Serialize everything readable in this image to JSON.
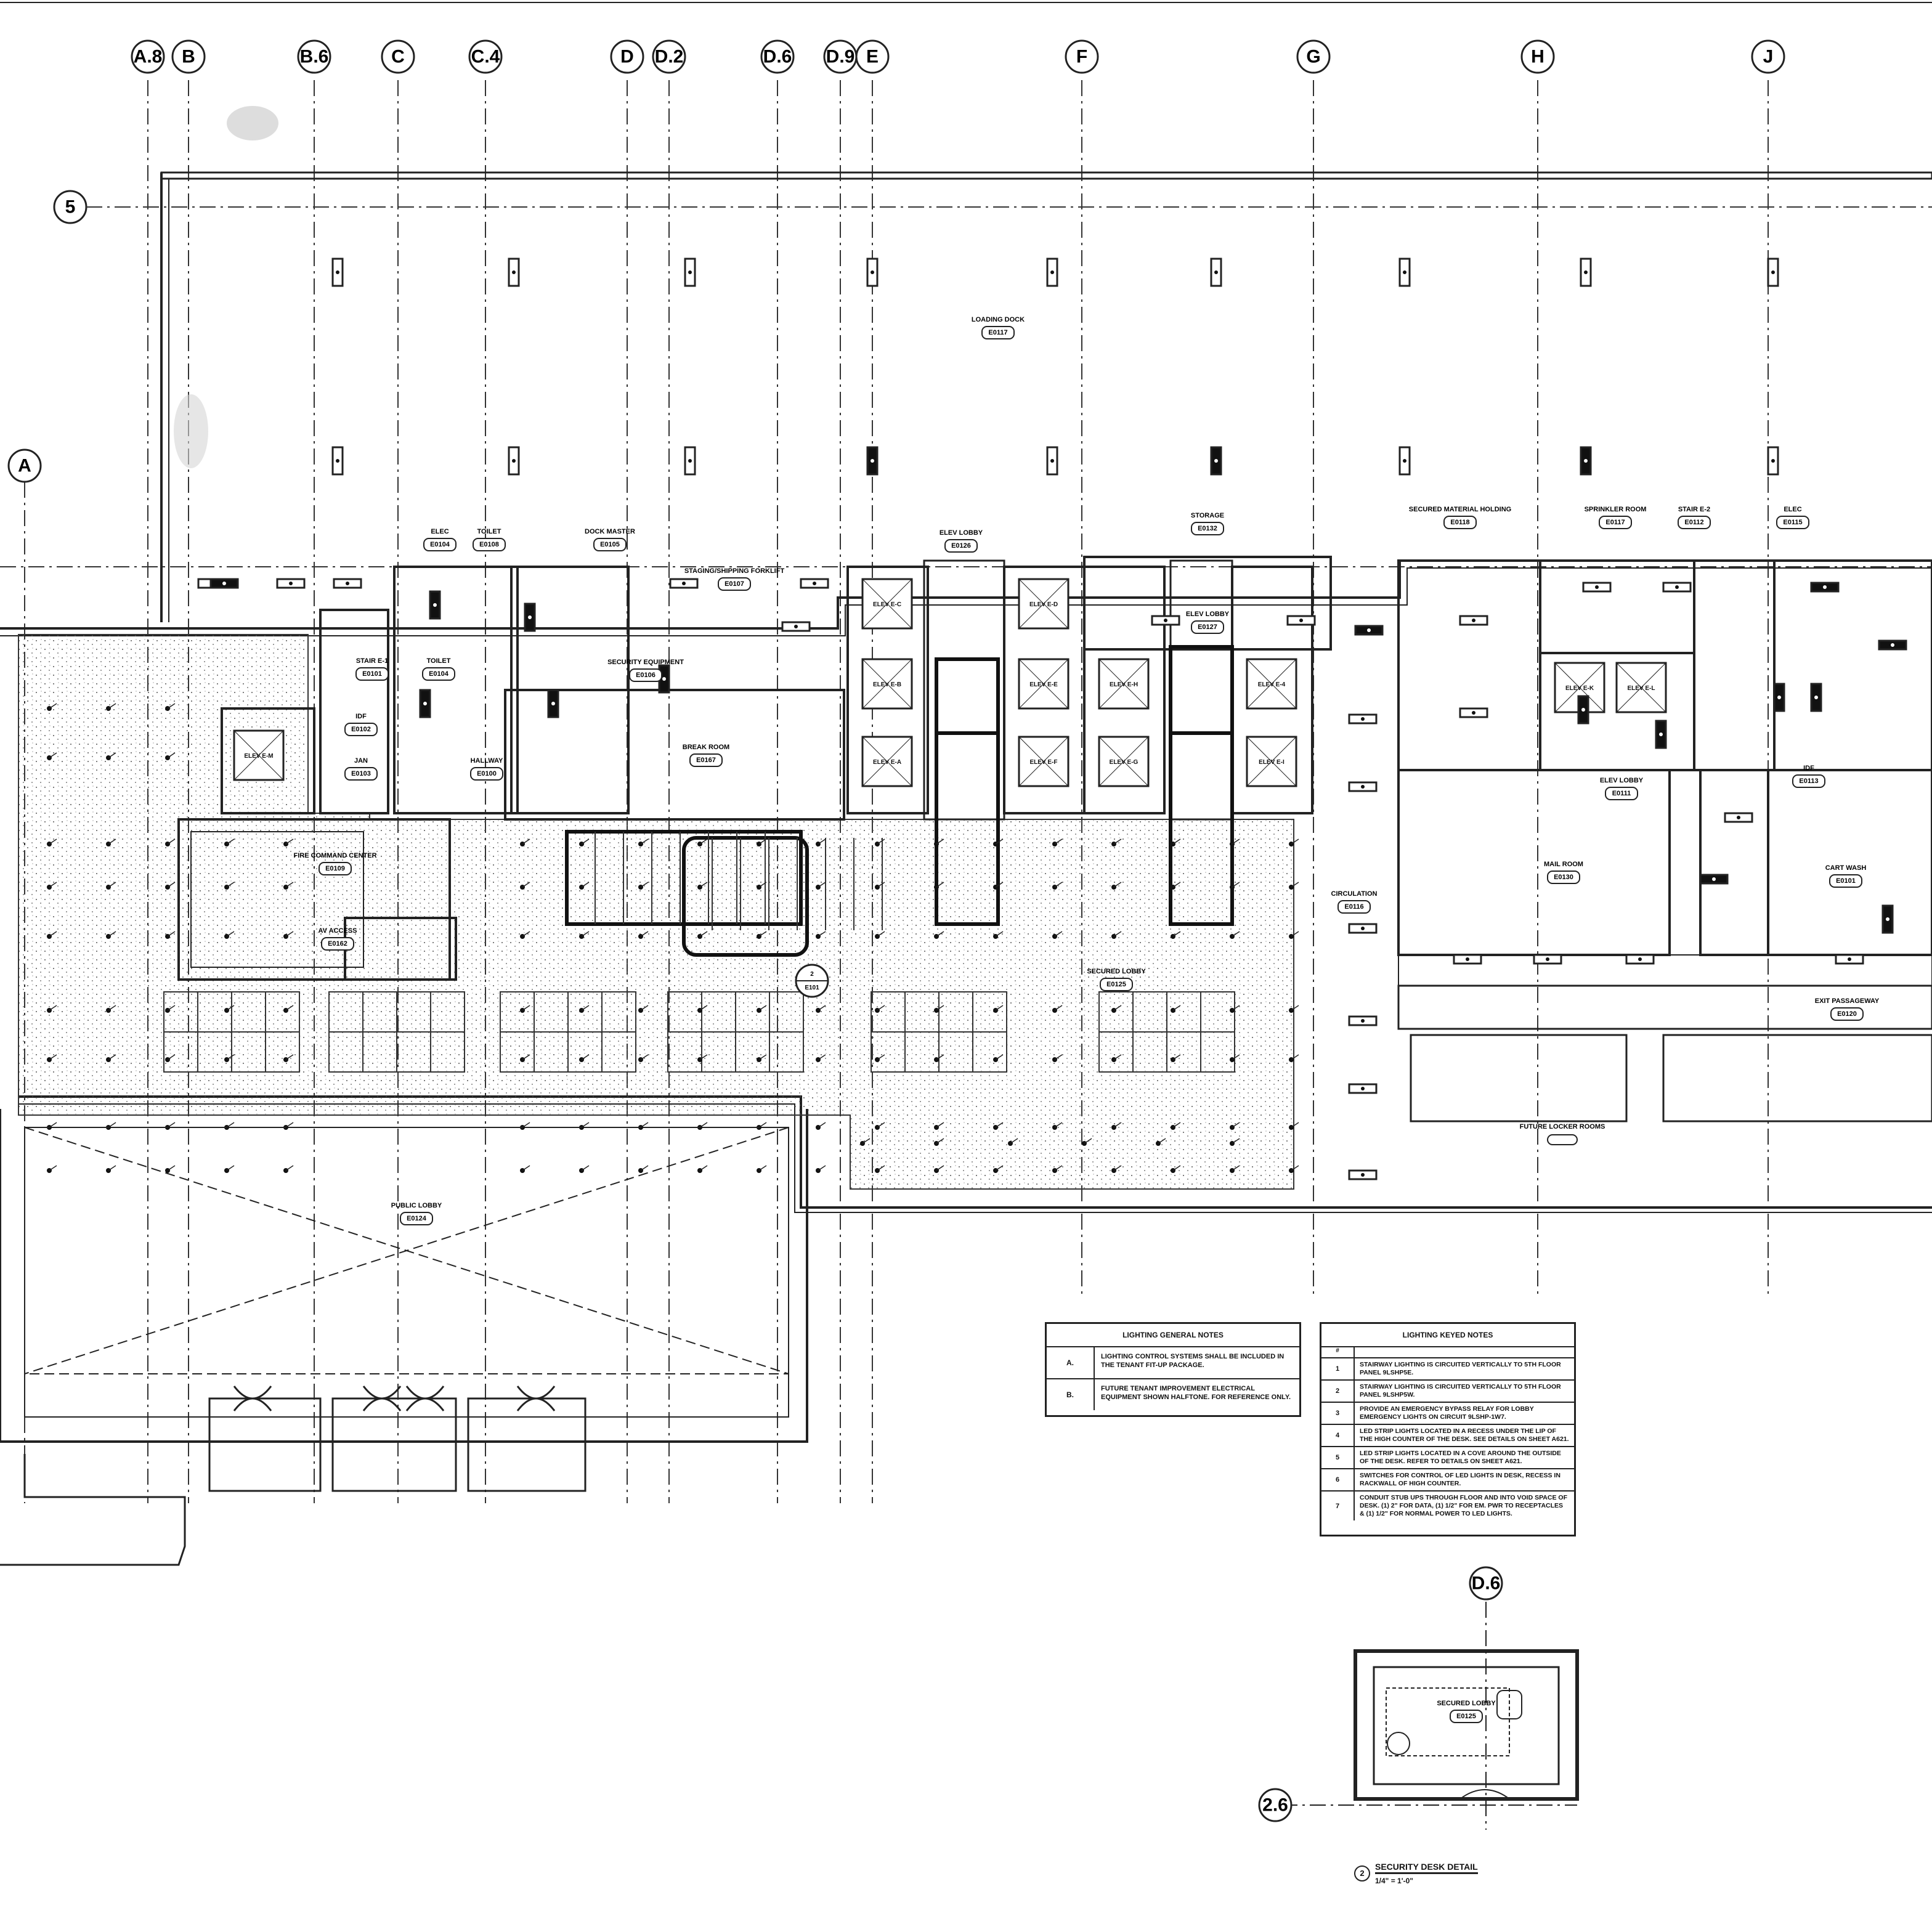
{
  "grid": {
    "columns": [
      "A.8",
      "B",
      "B.6",
      "C",
      "C.4",
      "D",
      "D.2",
      "D.6",
      "D.9",
      "E",
      "F",
      "G",
      "H",
      "J"
    ],
    "rows": [
      "5",
      "A"
    ]
  },
  "rooms": [
    {
      "name": "LOADING DOCK",
      "number": "E0117"
    },
    {
      "name": "STORAGE",
      "number": "E0132"
    },
    {
      "name": "SECURED MATERIAL HOLDING",
      "number": "E0118"
    },
    {
      "name": "SPRINKLER ROOM",
      "number": "E0117"
    },
    {
      "name": "STAIR E-2",
      "number": "E0112"
    },
    {
      "name": "ELEC",
      "number": "E0115"
    },
    {
      "name": "ELEC",
      "number": "E0104"
    },
    {
      "name": "TOILET",
      "number": "E0108"
    },
    {
      "name": "DOCK MASTER",
      "number": "E0105"
    },
    {
      "name": "STAGING/SHIPPING FORKLIFT",
      "number": "E0107"
    },
    {
      "name": "ELEV LOBBY",
      "number": "E0126"
    },
    {
      "name": "ELEV LOBBY",
      "number": "E0127"
    },
    {
      "name": "STAIR E-1",
      "number": "E0101"
    },
    {
      "name": "TOILET",
      "number": "E0104"
    },
    {
      "name": "SECURITY EQUIPMENT",
      "number": "E0106"
    },
    {
      "name": "IDF",
      "number": "E0102"
    },
    {
      "name": "BREAK ROOM",
      "number": "E0167"
    },
    {
      "name": "JAN",
      "number": "E0103"
    },
    {
      "name": "HALLWAY",
      "number": "E0100"
    },
    {
      "name": "ELEV LOBBY",
      "number": "E0111"
    },
    {
      "name": "IDF",
      "number": "E0113"
    },
    {
      "name": "MAIL ROOM",
      "number": "E0130"
    },
    {
      "name": "CART WASH",
      "number": "E0101"
    },
    {
      "name": "FIRE COMMAND CENTER",
      "number": "E0109"
    },
    {
      "name": "CIRCULATION",
      "number": "E0116"
    },
    {
      "name": "AV ACCESS",
      "number": "E0162"
    },
    {
      "name": "SECURED LOBBY",
      "number": "E0125"
    },
    {
      "name": "EXIT PASSAGEWAY",
      "number": "E0120"
    },
    {
      "name": "FUTURE LOCKER ROOMS",
      "number": ""
    },
    {
      "name": "PUBLIC LOBBY",
      "number": "E0124"
    }
  ],
  "elevators": [
    "ELEV E-C",
    "ELEV E-D",
    "ELEV E-B",
    "ELEV E-E",
    "ELEV E-A",
    "ELEV E-F",
    "ELEV E-H",
    "ELEV E-4",
    "ELEV E-G",
    "ELEV E-I",
    "ELEV E-M",
    "ELEV E-K",
    "ELEV E-L"
  ],
  "section_callout": {
    "number": "2",
    "sheet": "E101"
  },
  "general_notes": {
    "title": "LIGHTING GENERAL NOTES",
    "items": [
      {
        "key": "A.",
        "text": "LIGHTING CONTROL SYSTEMS SHALL BE INCLUDED IN THE TENANT FIT-UP PACKAGE."
      },
      {
        "key": "B.",
        "text": "FUTURE TENANT IMPROVEMENT ELECTRICAL EQUIPMENT SHOWN HALFTONE. FOR REFERENCE ONLY."
      }
    ]
  },
  "keyed_notes": {
    "title": "LIGHTING KEYED NOTES",
    "col_header": "#",
    "items": [
      {
        "key": "1",
        "text": "STAIRWAY LIGHTING IS CIRCUITED VERTICALLY TO 5TH FLOOR PANEL 9LSHP5E."
      },
      {
        "key": "2",
        "text": "STAIRWAY LIGHTING IS CIRCUITED VERTICALLY TO 5TH FLOOR PANEL 9LSHP5W."
      },
      {
        "key": "3",
        "text": "PROVIDE AN EMERGENCY BYPASS RELAY FOR LOBBY EMERGENCY LIGHTS ON CIRCUIT 9LSHP-1W7."
      },
      {
        "key": "4",
        "text": "LED STRIP LIGHTS LOCATED IN A RECESS UNDER THE LIP OF THE HIGH COUNTER OF THE DESK. SEE DETAILS ON SHEET A621."
      },
      {
        "key": "5",
        "text": "LED STRIP LIGHTS LOCATED IN A COVE AROUND THE OUTSIDE OF THE DESK. REFER TO DETAILS ON SHEET A621."
      },
      {
        "key": "6",
        "text": "SWITCHES FOR CONTROL OF LED LIGHTS IN DESK, RECESS IN RACKWALL OF HIGH COUNTER."
      },
      {
        "key": "7",
        "text": "CONDUIT STUB UPS THROUGH FLOOR AND INTO VOID SPACE OF DESK. (1) 2\" FOR DATA, (1) 1/2\" FOR EM. PWR TO RECEPTACLES & (1) 1/2\" FOR NORMAL POWER TO LED LIGHTS."
      }
    ]
  },
  "detail": {
    "number": "2",
    "title": "SECURITY DESK DETAIL",
    "scale": "1/4\" = 1'-0\"",
    "grid_col": "D.6",
    "grid_row": "2.6",
    "room_name": "SECURED LOBBY",
    "room_number": "E0125"
  }
}
